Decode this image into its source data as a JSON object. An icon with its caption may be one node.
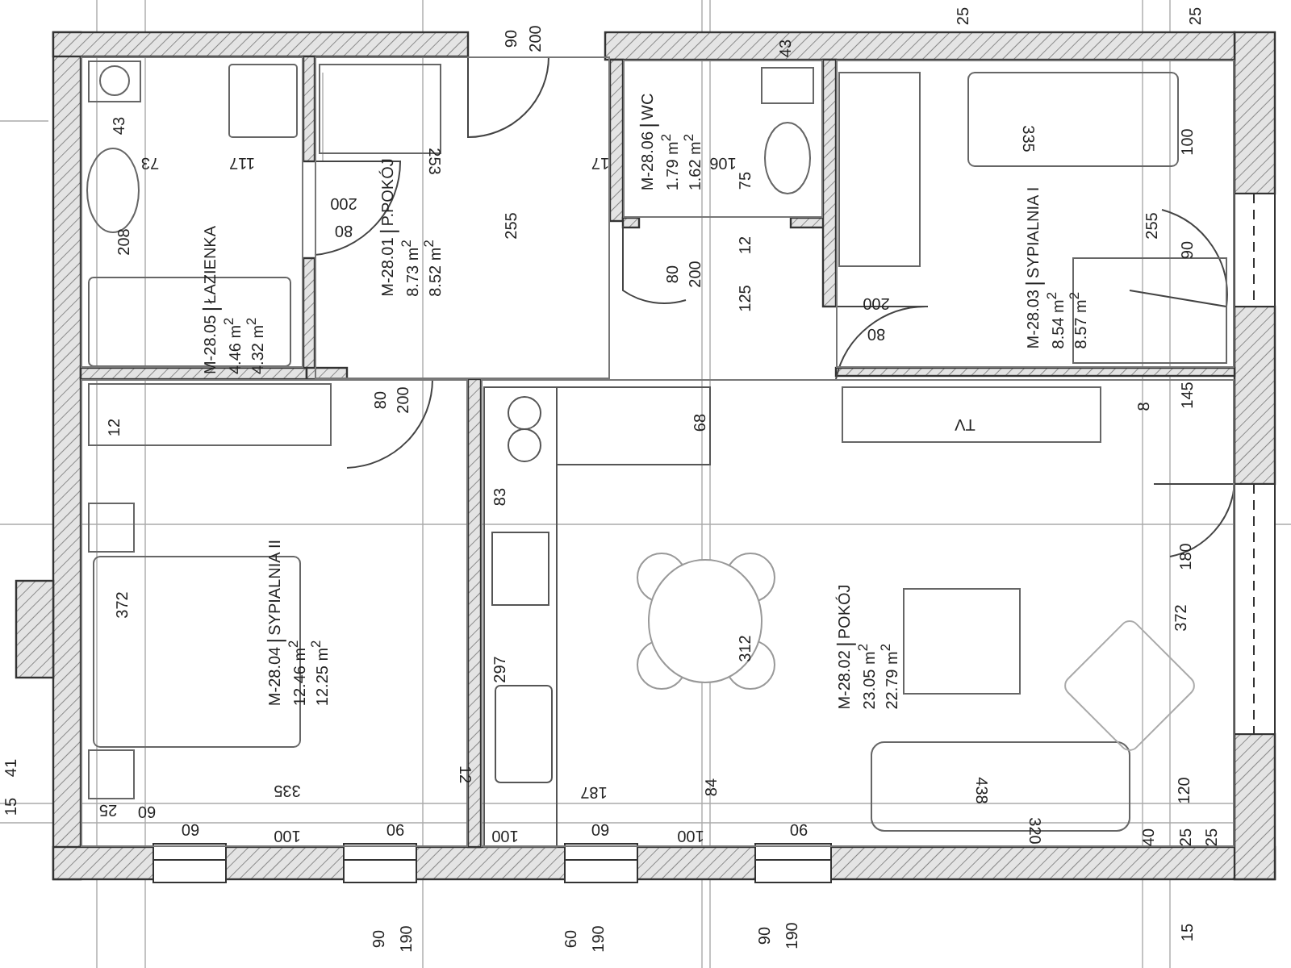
{
  "diagram": {
    "nodes": [
      {
        "text": [
          "M-28.05",
          "ŁAZIENKA",
          "4.46 m$^{2}$",
          "4.32 m$^{2}$"
        ]
      },
      {
        "text": [
          "M-28.01",
          "P.POKÓJ",
          "8.73 m$^{2}$",
          "8.52 m$^{2}$"
        ]
      },
      {
        "text": [
          "M-28.06",
          "WC",
          "1.79 m$^{2}$",
          "1.62 m$^{2}$"
        ]
      },
      {
        "text": [
          "M-28.03",
          "SYPIALNIA I",
          "8.54 m$^{2}$",
          "8.57 m$^{2}$"
        ]
      },
      {
        "text": [
          "M-28.04",
          "SYPIALNIA II",
          "12.46 m$^{2}$",
          "12.25 m$^{2}$"
        ]
      },
      {
        "text": [
          "M-28.02",
          "POKÓJ",
          "23.05 m$^{2}$",
          "22.79 m$^{2}$"
        ]
      }
    ],
    "labels": [
      "90",
      "200",
      "25",
      "25",
      "43",
      "73",
      "117",
      "208",
      "200",
      "80",
      "253",
      "255",
      "17",
      "43",
      "106",
      "75",
      "80",
      "200",
      "12",
      "125",
      "335",
      "100",
      "255",
      "90",
      "200",
      "80",
      "12",
      "80",
      "200",
      "68",
      "TV",
      "8",
      "145",
      "83",
      "180",
      "372",
      "312",
      "372",
      "297",
      "41",
      "12",
      "438",
      "120",
      "15",
      "25",
      "60",
      "335",
      "187",
      "84",
      "100",
      "60",
      "90",
      "100",
      "60",
      "100",
      "90",
      "320",
      "40",
      "25",
      "25",
      "90",
      "190",
      "60",
      "190",
      "90",
      "190",
      "15"
    ]
  }
}
